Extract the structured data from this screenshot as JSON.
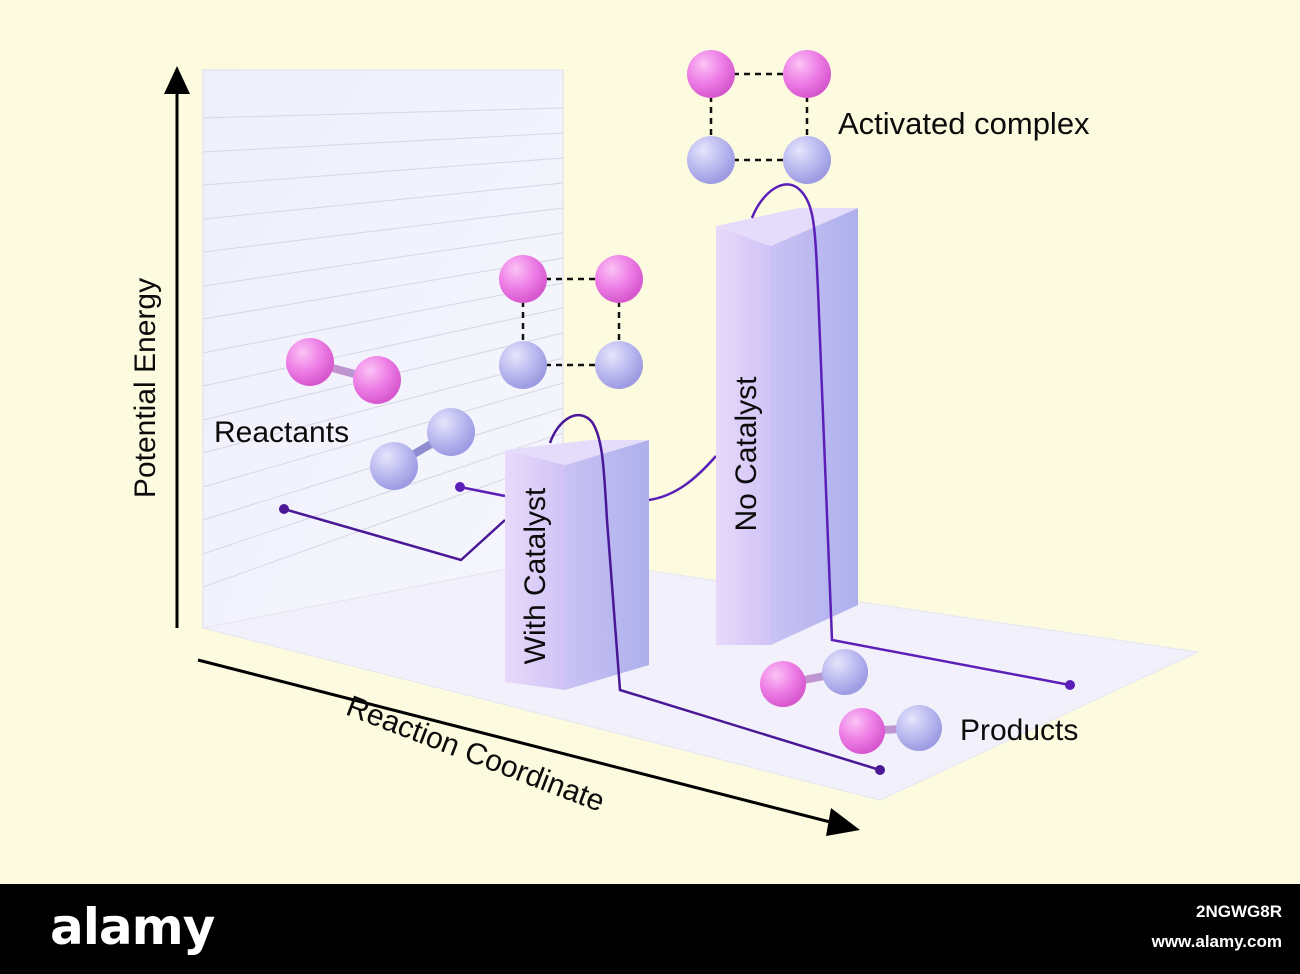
{
  "axes": {
    "y_label": "Potential Energy",
    "x_label": "Reaction Coordinate"
  },
  "labels": {
    "reactants": "Reactants",
    "products": "Products",
    "activated_complex": "Activated complex",
    "with_catalyst": "With Catalyst",
    "no_catalyst": "No Catalyst"
  },
  "colors": {
    "background": "#fcfbdf",
    "curve": "#4a1896",
    "atom_pink": "#ee7fe6",
    "atom_lavender": "#b9b8f0",
    "bar_face": "#c9c1f3"
  },
  "watermark": {
    "brand": "alamy",
    "image_id": "2NGWG8R",
    "url": "www.alamy.com"
  }
}
